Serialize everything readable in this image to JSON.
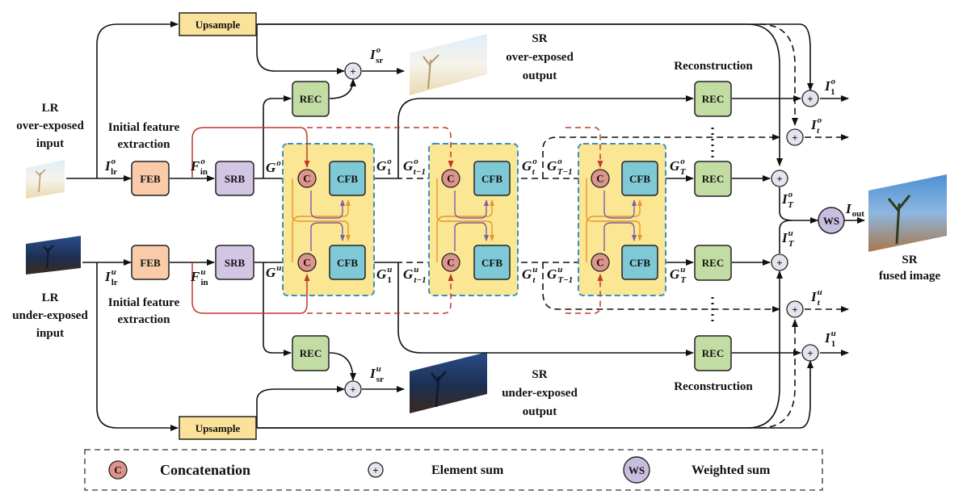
{
  "labels": {
    "lr_over_1": "LR",
    "lr_over_2": "over-exposed",
    "lr_over_3": "input",
    "lr_under_1": "LR",
    "lr_under_2": "under-exposed",
    "lr_under_3": "input",
    "init_feat_1": "Initial feature",
    "init_feat_2": "extraction",
    "sr_over_1": "SR",
    "sr_over_2": "over-exposed",
    "sr_over_3": "output",
    "sr_under_1": "SR",
    "sr_under_2": "under-exposed",
    "sr_under_3": "output",
    "reconstruction": "Reconstruction",
    "sr_fused_1": "SR",
    "sr_fused_2": "fused image"
  },
  "boxes": {
    "upsample": "Upsample",
    "feb": "FEB",
    "srb": "SRB",
    "rec": "REC",
    "cfb": "CFB",
    "concat": "C",
    "ws": "WS",
    "plus": "+"
  },
  "math": {
    "I": "I",
    "F": "F",
    "G": "G",
    "o": "o",
    "u": "u",
    "lr": "lr",
    "in": "in",
    "sr": "sr",
    "out": "out",
    "one": "1",
    "t": "t",
    "T": "T",
    "tm1": "t−1",
    "Tm1": "T−1"
  },
  "legend": {
    "concat_symbol": "C",
    "concat_label": "Concatenation",
    "sum_symbol": "+",
    "sum_label": "Element sum",
    "ws_symbol": "WS",
    "ws_label": "Weighted sum"
  },
  "colors": {
    "upsample": "#fbe29a",
    "feb": "#f9cba8",
    "srb": "#d2c6e4",
    "rec": "#c3dca4",
    "cfb": "#7fc8d6",
    "concat": "#dd948c",
    "plus": "#e6e3ee",
    "ws": "#c9bedf",
    "yellow_block": "#fbe694",
    "block_border": "#3b8fc4",
    "red_line": "#c0392b",
    "orange_line": "#e8962a",
    "purple_line": "#7b5fa8"
  }
}
